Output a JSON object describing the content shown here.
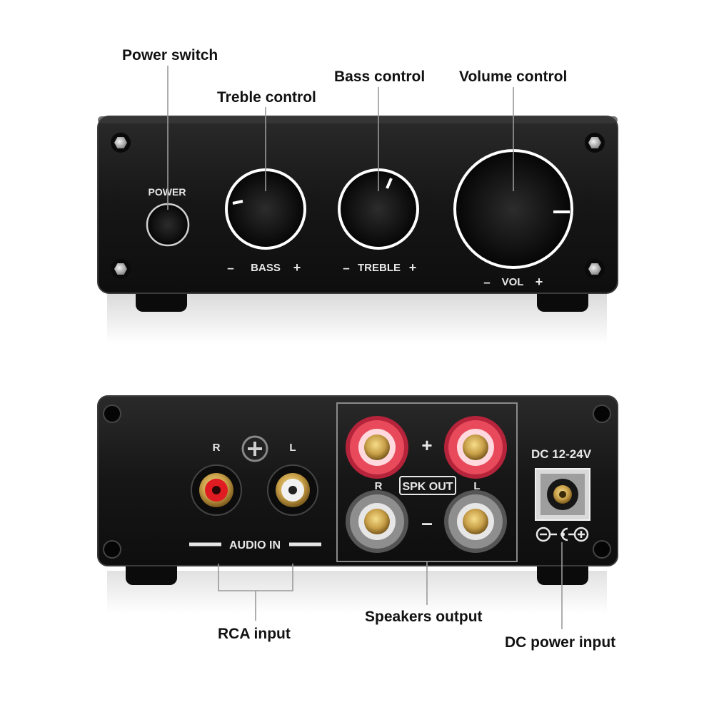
{
  "callouts": {
    "power_switch": "Power switch",
    "treble_control": "Treble control",
    "bass_control": "Bass control",
    "volume_control": "Volume control",
    "rca_input": "RCA input",
    "speakers_output": "Speakers output",
    "dc_power_input": "DC power input"
  },
  "front_panel": {
    "power_label": "POWER",
    "bass_label": "BASS",
    "treble_label": "TREBLE",
    "vol_label": "VOL",
    "minus": "–",
    "plus": "+"
  },
  "rear_panel": {
    "rca_right": "R",
    "rca_left": "L",
    "audio_in": "AUDIO IN",
    "spk_plus": "+",
    "spk_minus": "–",
    "spk_out": "SPK OUT",
    "spk_right": "R",
    "spk_left": "L",
    "dc_label": "DC 12-24V"
  },
  "colors": {
    "chassis": "#1a1a1a",
    "red_terminal": "#e23a4a",
    "gold": "#c9a049",
    "rca_red": "#e11b22"
  }
}
